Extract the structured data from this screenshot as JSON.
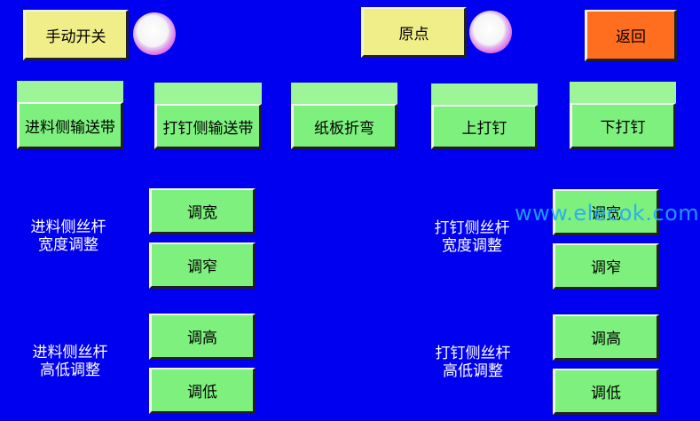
{
  "top": {
    "manual_switch": "手动开关",
    "origin": "原点",
    "back": "返回"
  },
  "conveyors": [
    "进料侧输送带",
    "打钉侧输送带",
    "纸板折弯",
    "上打钉",
    "下打钉"
  ],
  "feed_side": {
    "width_label": "进料侧丝杆\n宽度调整",
    "height_label": "进料侧丝杆\n高低调整"
  },
  "nail_side": {
    "width_label": "打钉侧丝杆\n宽度调整",
    "height_label": "打钉侧丝杆\n高低调整"
  },
  "adjust": {
    "widen": "调宽",
    "narrow": "调窄",
    "raise": "调高",
    "lower": "调低"
  },
  "watermark": "www.elecok.com",
  "colors": {
    "background": "#0000f0",
    "button_green": "#7ef07e",
    "indicator_green": "#9cf596",
    "button_yellow": "#f0ee88",
    "button_orange": "#ff6d1f"
  }
}
